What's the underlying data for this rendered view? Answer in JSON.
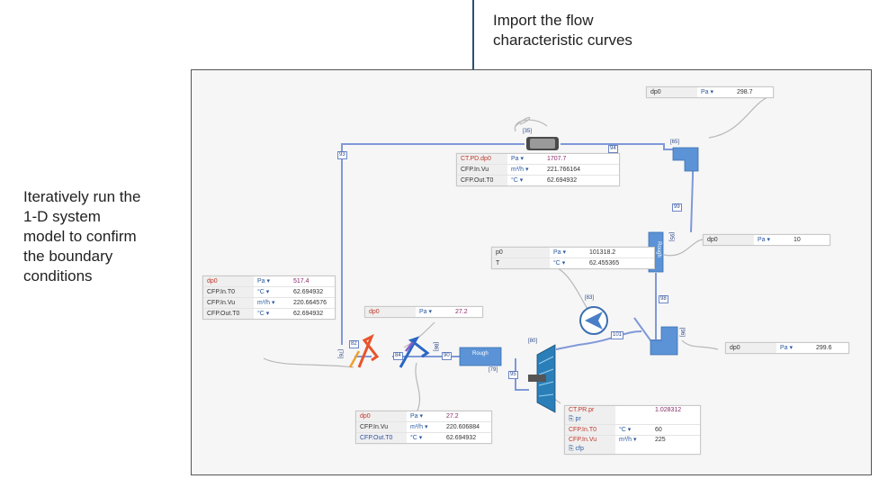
{
  "annotations": {
    "top": [
      "Import the flow",
      "characteristic curves"
    ],
    "left": [
      "Iteratively run the",
      "1-D system",
      "model  to confirm",
      "the boundary",
      "conditions"
    ]
  },
  "panels": {
    "topright_dp0": {
      "name": "dp0",
      "unit": "Pa",
      "value": "298.7"
    },
    "ct_pd": [
      {
        "name": "CT.PD.dp0",
        "unit": "Pa",
        "value": "1707.7"
      },
      {
        "name": "CFP.In.Vu",
        "unit": "m³/h",
        "value": "221.766164"
      },
      {
        "name": "CFP.Out.T0",
        "unit": "°C",
        "value": "62.694932"
      }
    ],
    "right_dp0": {
      "name": "dp0",
      "unit": "Pa",
      "value": "10"
    },
    "p0_t": [
      {
        "name": "p0",
        "unit": "Pa",
        "value": "101318.2"
      },
      {
        "name": "T",
        "unit": "°C",
        "value": "62.455365"
      }
    ],
    "left_panel": [
      {
        "name": "dp0",
        "unit": "Pa",
        "value": "517.4"
      },
      {
        "name": "CFP.In.T0",
        "unit": "°C",
        "value": "62.694932"
      },
      {
        "name": "CFP.In.Vu",
        "unit": "m³/h",
        "value": "220.664576"
      },
      {
        "name": "CFP.Out.T0",
        "unit": "°C",
        "value": "62.694932"
      }
    ],
    "mid_dp0": {
      "name": "dp0",
      "unit": "Pa",
      "value": "27.2"
    },
    "bottom_panel": [
      {
        "name": "dp0",
        "unit": "Pa",
        "value": "27.2"
      },
      {
        "name": "CFP.In.Vu",
        "unit": "m³/h",
        "value": "220.606884"
      },
      {
        "name": "CFP.Out.T0",
        "unit": "°C",
        "value": "62.694932"
      }
    ],
    "lower_right_dp0": {
      "name": "dp0",
      "unit": "Pa",
      "value": "299.6"
    },
    "ct_pr": {
      "row1": {
        "name": "CT.PR.pr",
        "sub": "⎘ pr",
        "value": "1.028312"
      },
      "row2": {
        "name": "CFP.In.T0",
        "unit": "°C",
        "value": "60"
      },
      "row3": {
        "name": "CFP.In.Vu",
        "sub": "⎘ cfp",
        "unit": "m³/h",
        "value": "225"
      }
    }
  },
  "component_labels": {
    "cooler_id": "[35]",
    "tee_top_id": "[65]",
    "pump_id": "[83]",
    "fan_id": "[80]",
    "rough_mid_label": "Rough",
    "rough_right_label": "Rough",
    "rough_mid_id": "[79]",
    "rough_right_id": "[95]",
    "hx_left_id": "[76]",
    "hx_right_id": "[86]",
    "tee_bottom_id": "[96]"
  },
  "connector_tags": [
    "93",
    "94",
    "99",
    "101",
    "98",
    "95",
    "82",
    "84",
    "90"
  ]
}
